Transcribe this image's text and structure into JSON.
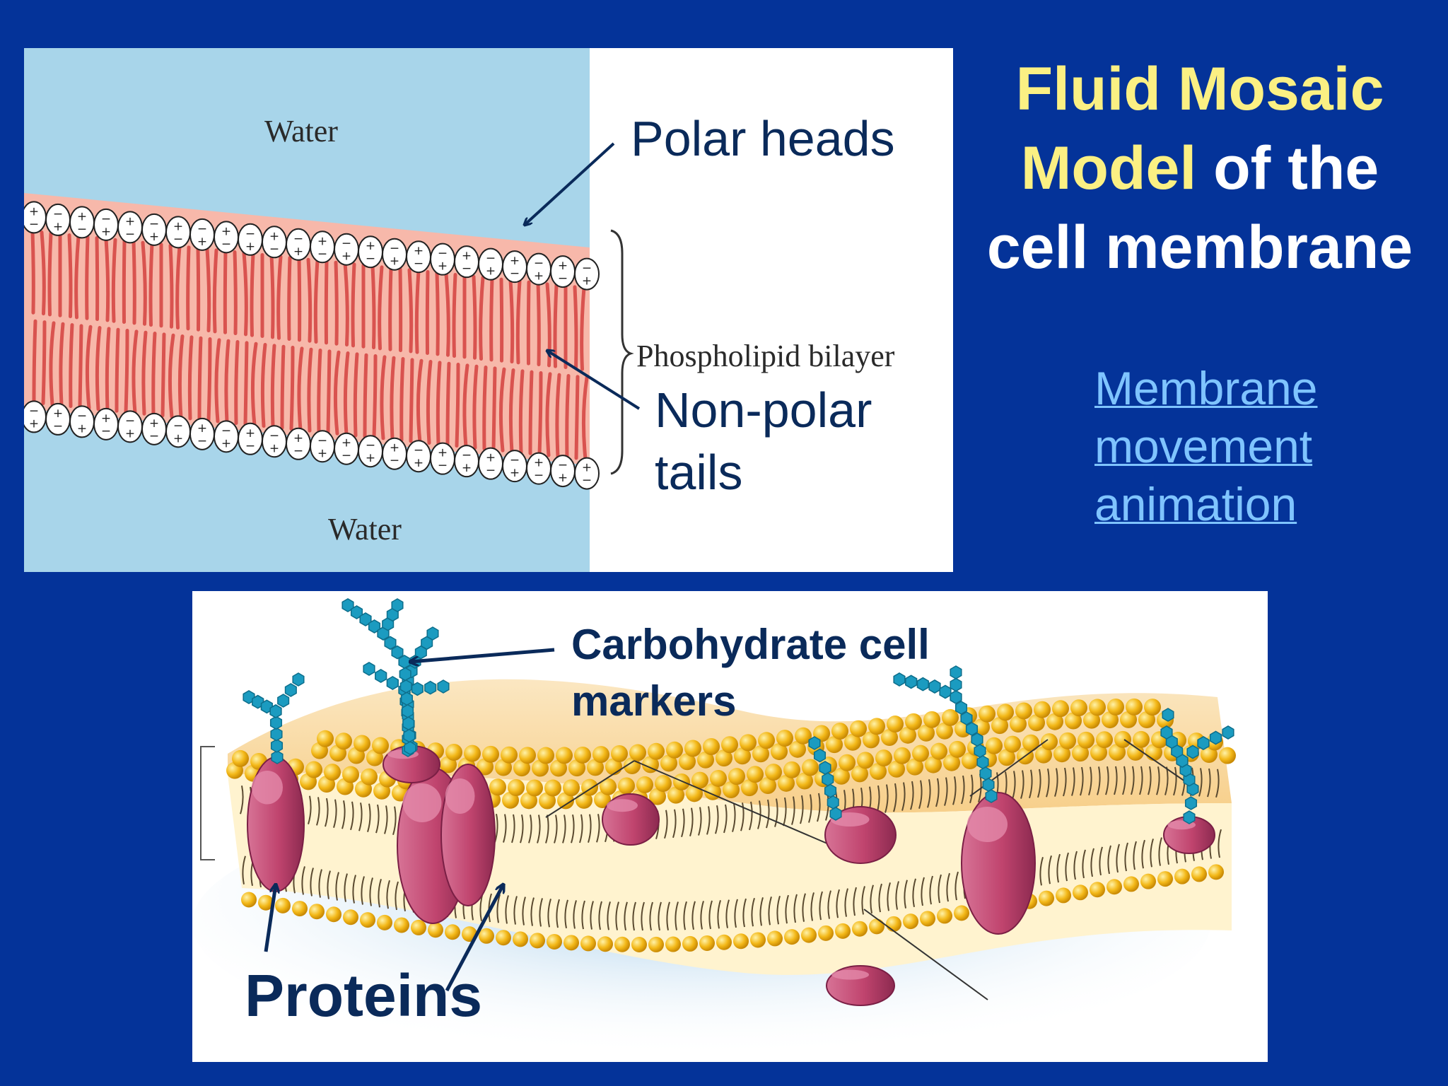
{
  "title": {
    "line1": "Fluid Mosaic",
    "line2_highlight": "Model",
    "line2_rest": " of the",
    "line3": "cell membrane"
  },
  "link": {
    "line1": "Membrane",
    "line2": "movement",
    "line3": "animation"
  },
  "top_diagram": {
    "water_top": "Water",
    "water_bottom": "Water",
    "polar_heads": "Polar heads",
    "bilayer": "Phospholipid bilayer",
    "nonpolar_line1": "Non-polar",
    "nonpolar_line2": "tails",
    "head_symbols": [
      "+",
      "−"
    ]
  },
  "bottom_diagram": {
    "carb_line1": "Carbohydrate cell",
    "carb_line2": "markers",
    "proteins": "Proteins"
  },
  "colors": {
    "background": "#043399",
    "title_highlight": "#fbf083",
    "water": "#a8d5ea",
    "bilayer_fill": "#f7b8aa",
    "tail": "#d9534f",
    "protein": "#c0446e",
    "carbohydrate": "#1b9bc0",
    "lipid_head": "#f3b818",
    "link": "#7fc4ff"
  }
}
